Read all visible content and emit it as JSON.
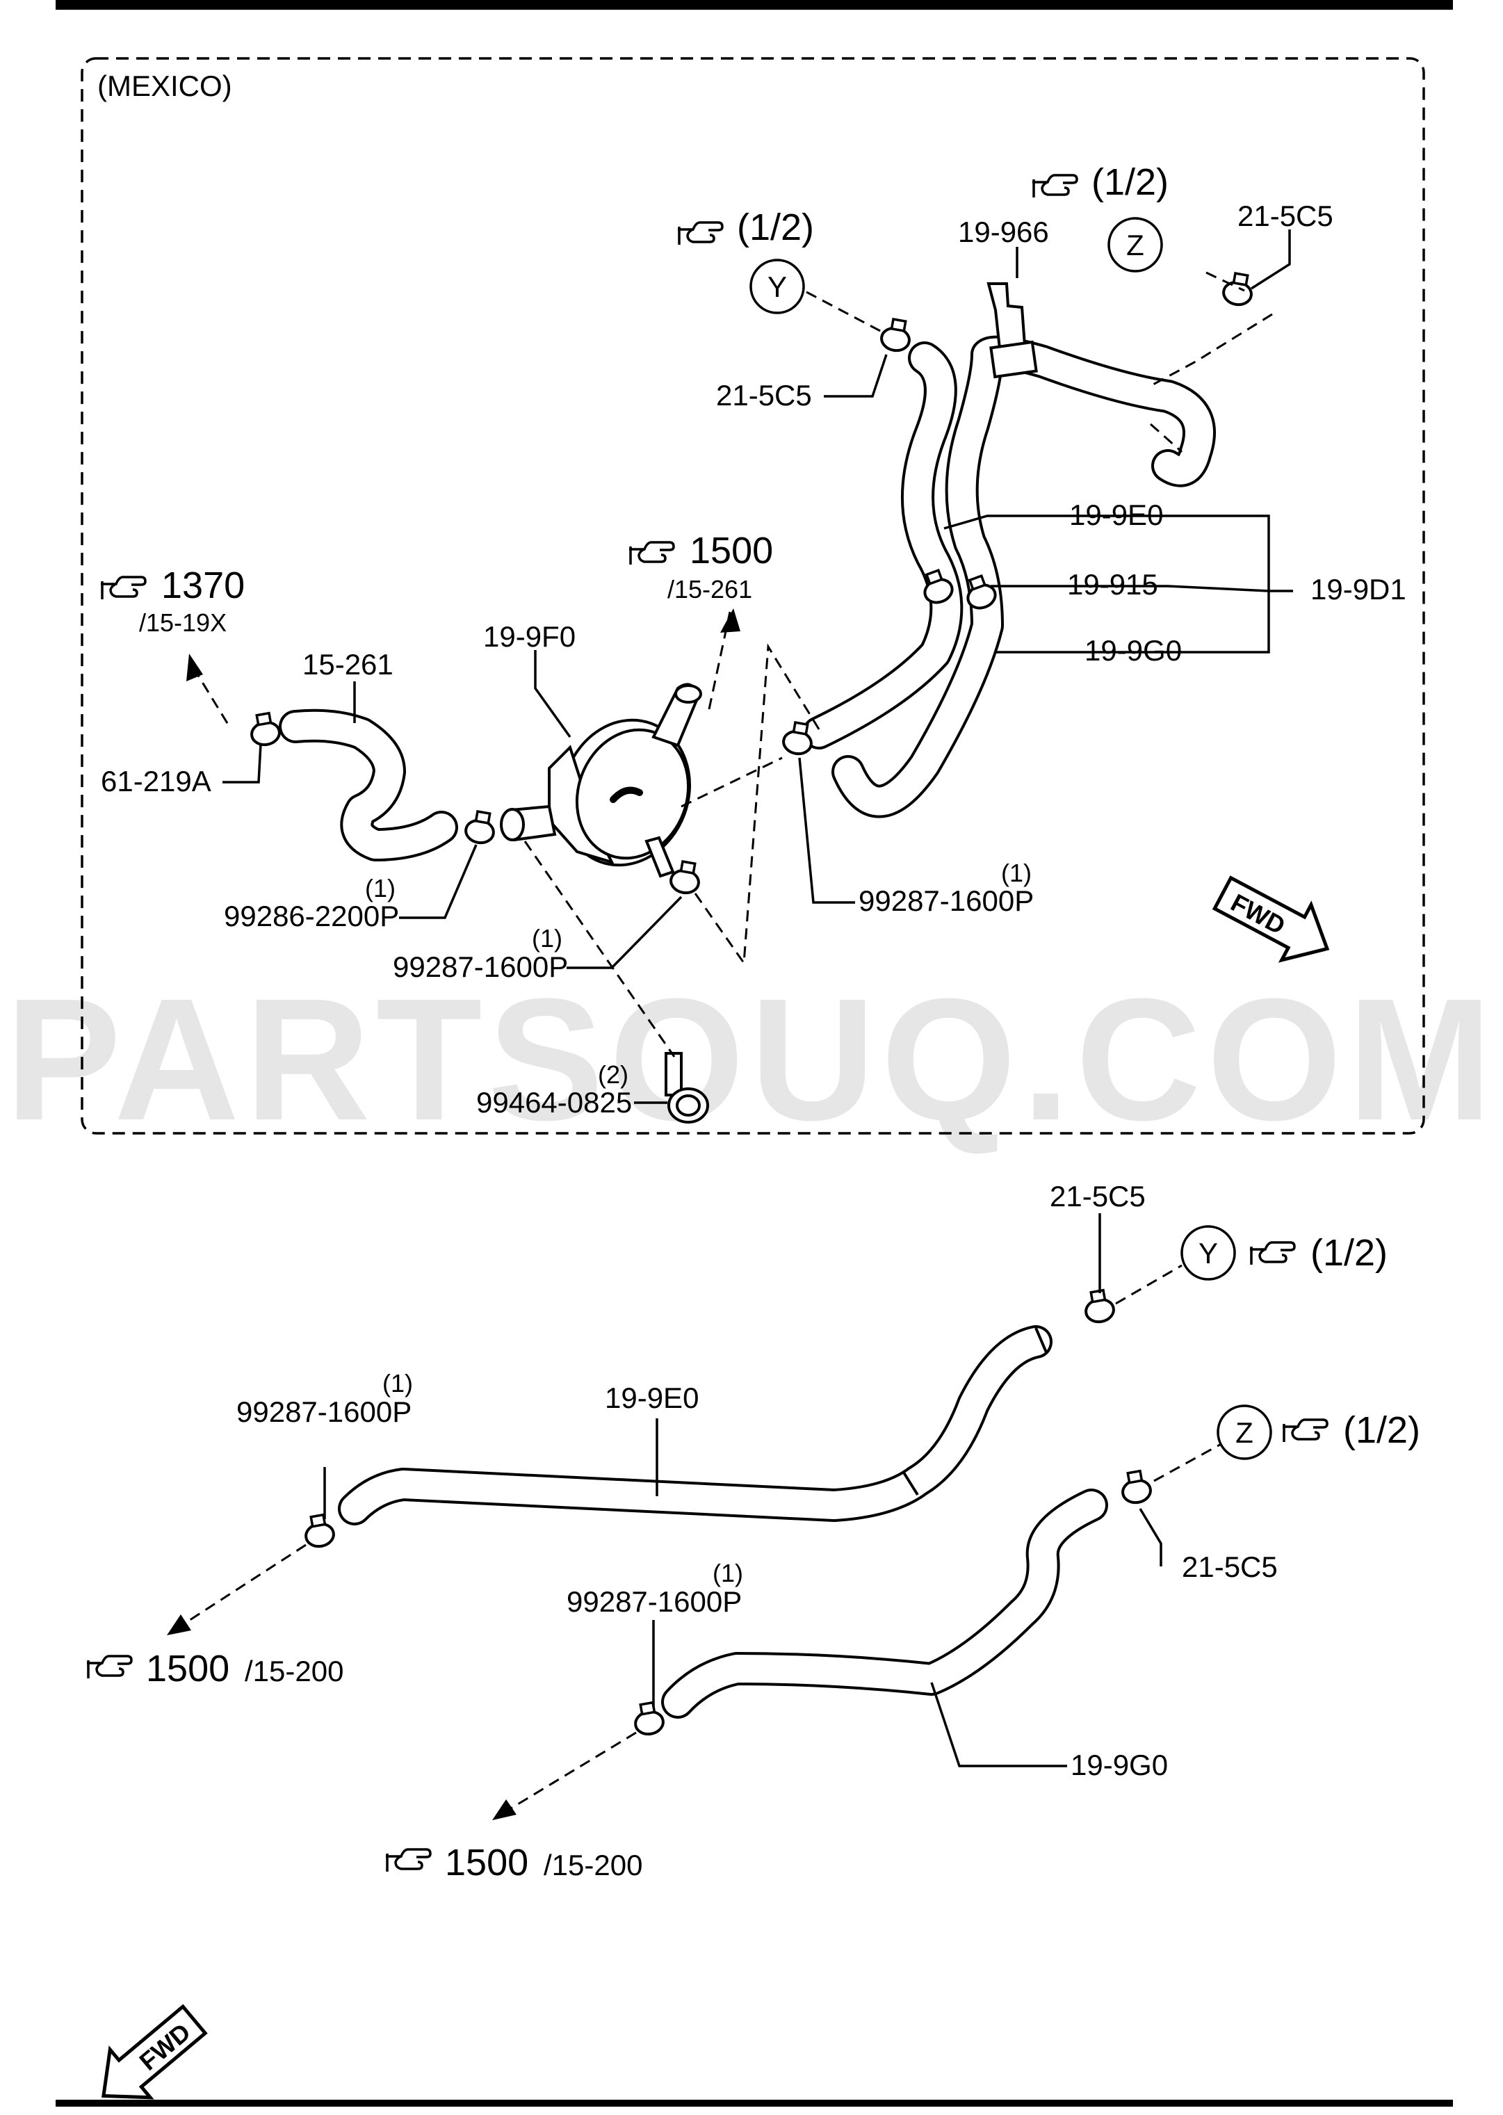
{
  "region_label": "(MEXICO)",
  "watermark": "PARTSOUQ.COM",
  "fwd_label": "FWD",
  "upper": {
    "ref_y": {
      "num": "(1/2)",
      "circle": "Y"
    },
    "ref_z": {
      "num": "(1/2)",
      "circle": "Z"
    },
    "ref_1370": {
      "num": "1370",
      "sub": "/15-19X"
    },
    "ref_1500": {
      "num": "1500",
      "sub": "/15-261"
    },
    "labels": {
      "p19966": "19-966",
      "p215c5_left": "21-5C5",
      "p215c5_right": "21-5C5",
      "p199e0": "19-9E0",
      "p19915": "19-915",
      "p199g0": "19-9G0",
      "p199d1": "19-9D1",
      "p199f0": "19-9F0",
      "p15261": "15-261",
      "p61219a": "61-219A",
      "p99286": "99286-2200P",
      "p99286_qty": "(1)",
      "p99287_a": "99287-1600P",
      "p99287_a_qty": "(1)",
      "p99287_b": "99287-1600P",
      "p99287_b_qty": "(1)",
      "p99464": "99464-0825",
      "p99464_qty": "(2)"
    }
  },
  "lower": {
    "ref_y": {
      "num": "(1/2)",
      "circle": "Y"
    },
    "ref_z": {
      "num": "(1/2)",
      "circle": "Z"
    },
    "ref_1500_a": {
      "num": "1500",
      "sub": "/15-200"
    },
    "ref_1500_b": {
      "num": "1500",
      "sub": "/15-200"
    },
    "labels": {
      "p215c5_top": "21-5C5",
      "p215c5_bottom": "21-5C5",
      "p199e0": "19-9E0",
      "p199g0": "19-9G0",
      "p99287_a": "99287-1600P",
      "p99287_a_qty": "(1)",
      "p99287_b": "99287-1600P",
      "p99287_b_qty": "(1)"
    }
  }
}
